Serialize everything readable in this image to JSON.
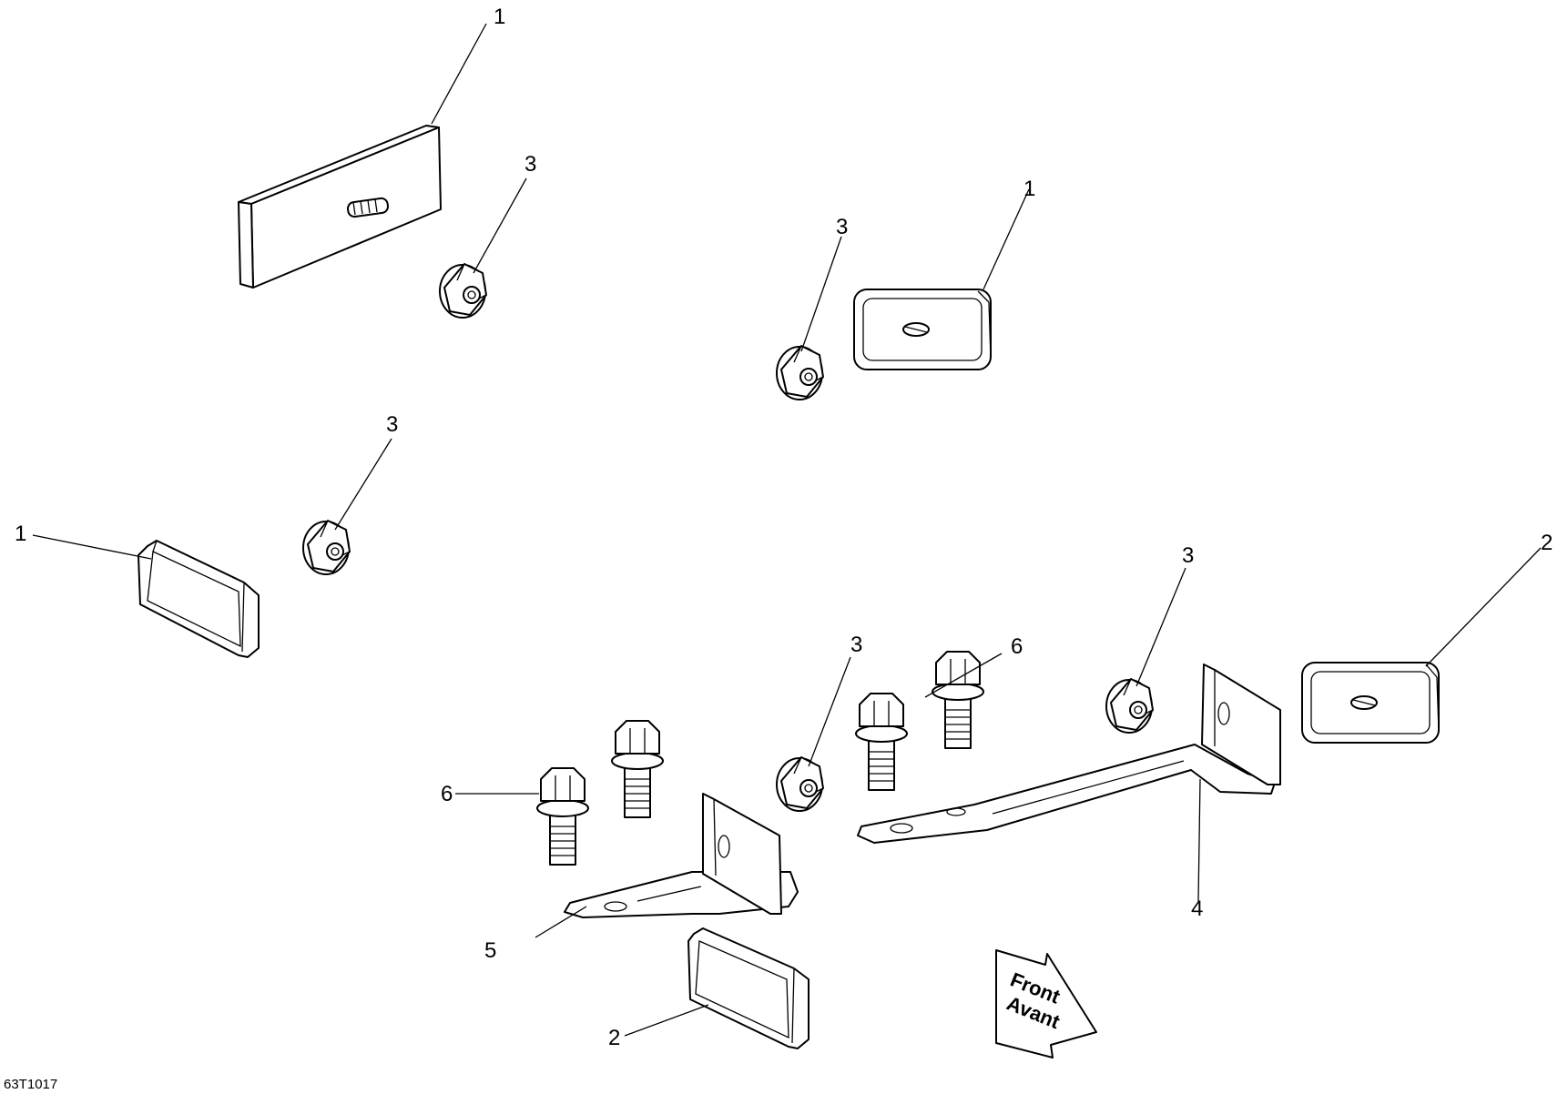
{
  "callouts": {
    "c1": "1",
    "c2": "1",
    "c3": "1",
    "c4": "3",
    "c5": "3",
    "c6": "3",
    "c7": "3",
    "c8": "3",
    "c9": "2",
    "c10": "2",
    "c11": "6",
    "c12": "6",
    "c13": "5",
    "c14": "4"
  },
  "direction": {
    "line1": "Front",
    "line2": "Avant"
  },
  "drawing_code": "63T1017"
}
